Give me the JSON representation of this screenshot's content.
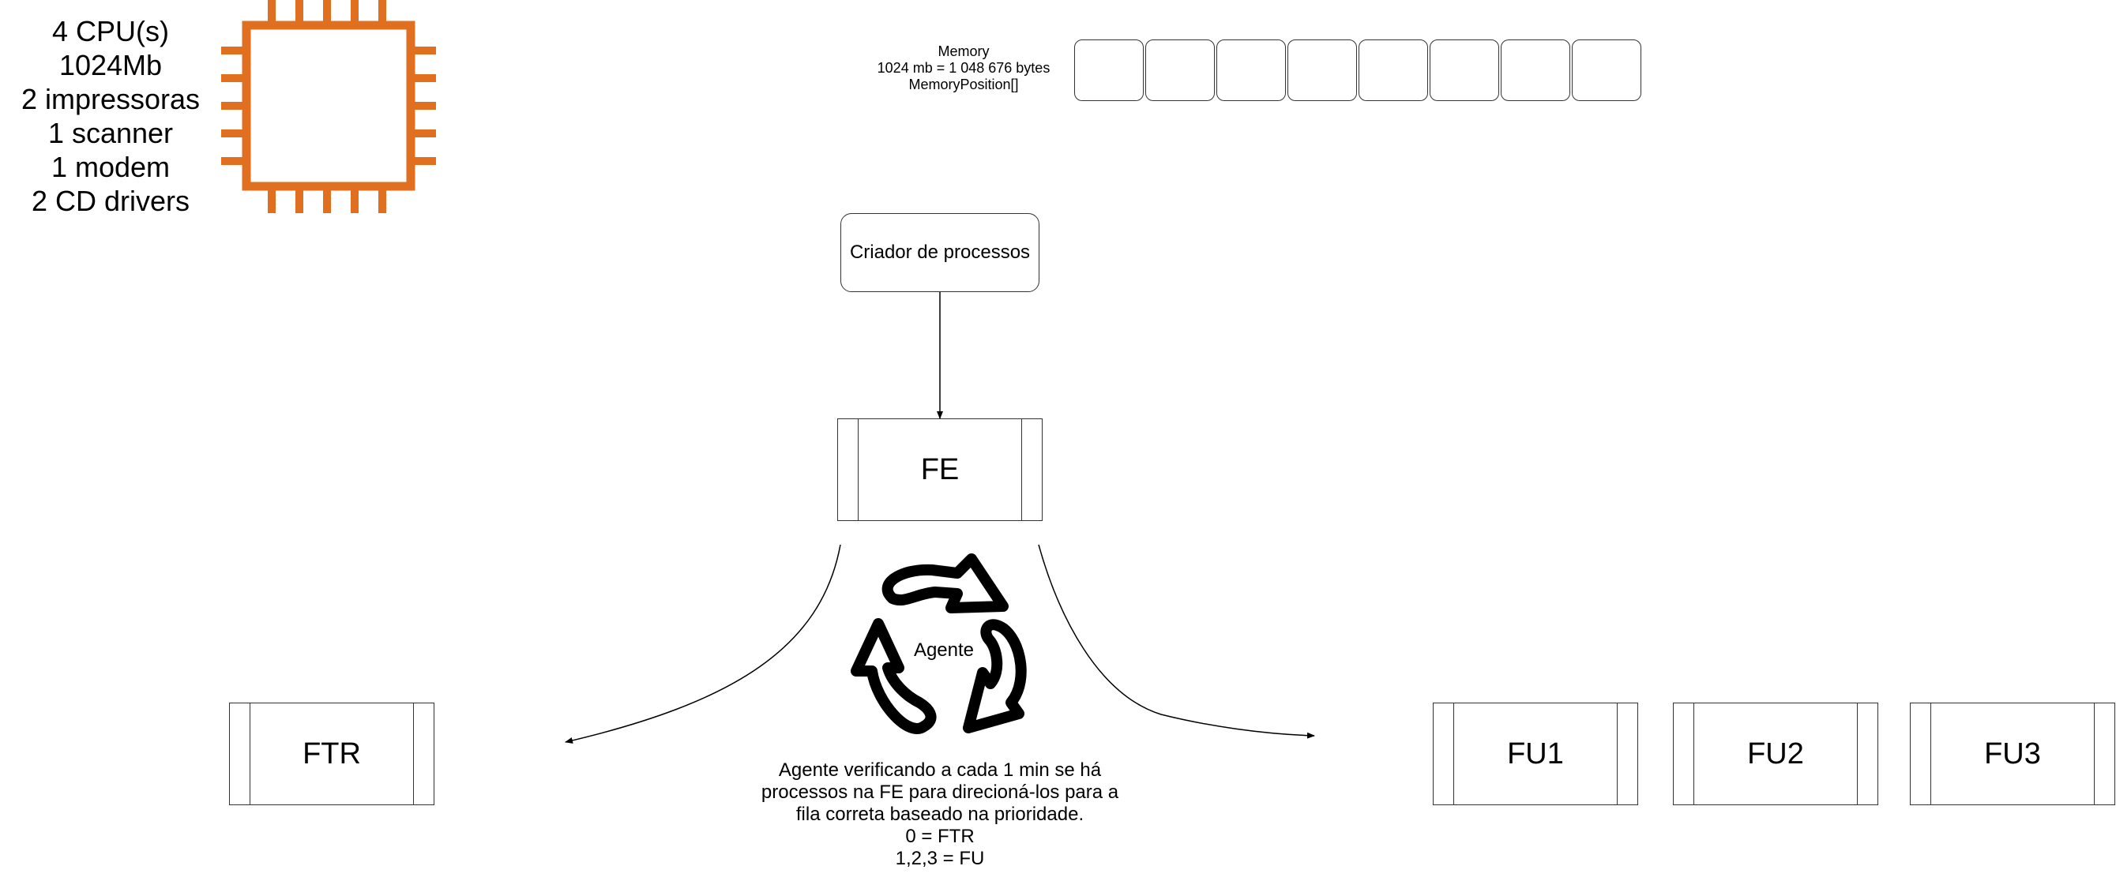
{
  "resources": {
    "lines": [
      "4 CPU(s)",
      "1024Mb",
      "2 impressoras",
      "1 scanner",
      "1 modem",
      "2 CD drivers"
    ]
  },
  "icons": {
    "cpu": "cpu-chip-icon",
    "agent": "recycle-cycle-icon"
  },
  "colors": {
    "cpu_orange": "#e07020",
    "stroke": "#333333"
  },
  "memory": {
    "lines": [
      "Memory",
      "1024 mb = 1 048 676 bytes",
      "MemoryPosition[]"
    ],
    "cell_count": 8
  },
  "creator": {
    "label": "Criador de processos"
  },
  "queues": {
    "fe": "FE",
    "ftr": "FTR",
    "fu1": "FU1",
    "fu2": "FU2",
    "fu3": "FU3"
  },
  "agent": {
    "label": "Agente",
    "description": [
      "Agente verificando a cada 1 min se há",
      "processos na FE para direcioná-los para a",
      "fila correta baseado na prioridade.",
      "0 = FTR",
      "1,2,3 = FU"
    ]
  }
}
